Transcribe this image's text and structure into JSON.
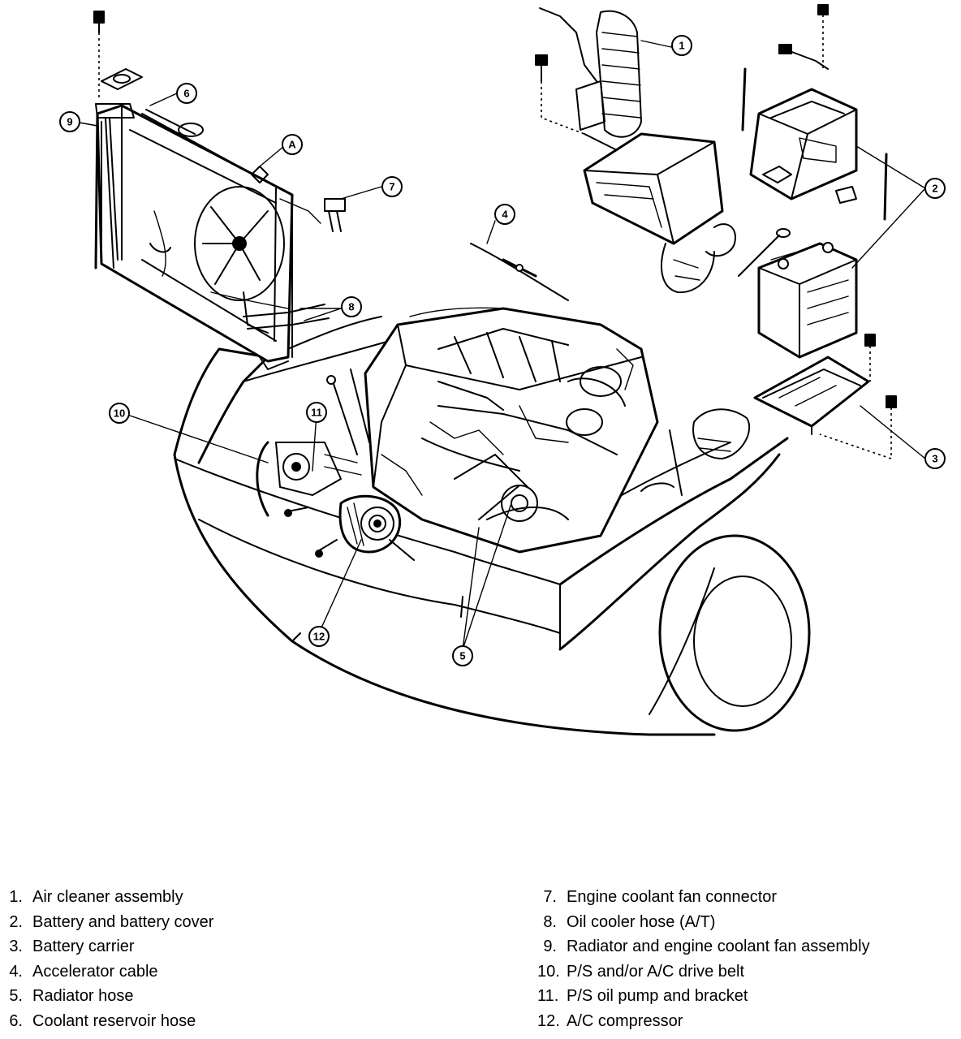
{
  "callouts": [
    {
      "label": "1"
    },
    {
      "label": "2"
    },
    {
      "label": "3"
    },
    {
      "label": "4"
    },
    {
      "label": "5"
    },
    {
      "label": "6"
    },
    {
      "label": "7"
    },
    {
      "label": "8"
    },
    {
      "label": "9"
    },
    {
      "label": "10"
    },
    {
      "label": "11"
    },
    {
      "label": "12"
    },
    {
      "label": "A"
    }
  ],
  "legend": {
    "left": [
      {
        "num": "1.",
        "text": "Air cleaner assembly"
      },
      {
        "num": "2.",
        "text": "Battery and battery cover"
      },
      {
        "num": "3.",
        "text": "Battery carrier"
      },
      {
        "num": "4.",
        "text": "Accelerator cable"
      },
      {
        "num": "5.",
        "text": "Radiator hose"
      },
      {
        "num": "6.",
        "text": "Coolant reservoir hose"
      }
    ],
    "right": [
      {
        "num": "7.",
        "text": "Engine coolant fan connector"
      },
      {
        "num": "8.",
        "text": "Oil cooler hose (A/T)"
      },
      {
        "num": "9.",
        "text": "Radiator and engine coolant fan assembly"
      },
      {
        "num": "10.",
        "text": "P/S and/or A/C drive belt"
      },
      {
        "num": "11.",
        "text": "P/S oil pump and bracket"
      },
      {
        "num": "12.",
        "text": "A/C compressor"
      }
    ]
  }
}
